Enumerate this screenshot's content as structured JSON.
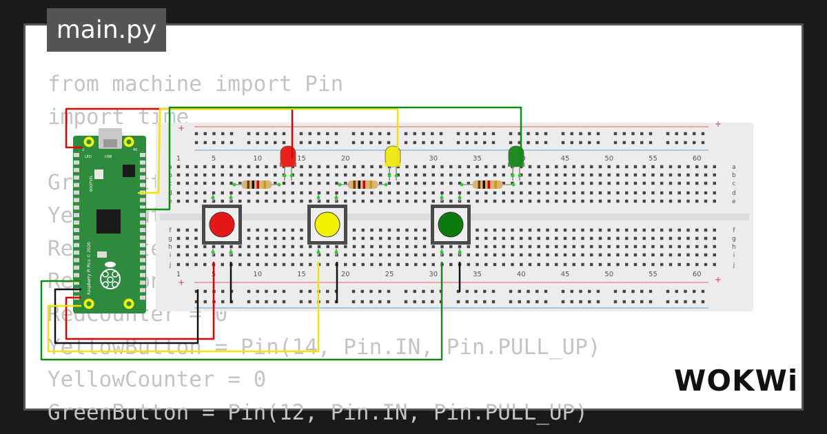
{
  "tab": {
    "filename": "main.py"
  },
  "code_lines": [
    "from machine import Pin",
    "import time",
    "",
    "GreenButton = Pin(12, Pin.IN, Pin.PULL_UP)",
    "YellowButton = Pin(14, Pin.IN, Pin.PULL_UP)",
    "RedCounter = 0",
    "RedButton = Pin(13, Pin.IN, Pin.PULL_UP)",
    "RedCounter = 0",
    "YellowButton = Pin(14, Pin.IN, Pin.PULL_UP)",
    "YellowCounter = 0",
    "GreenButton = Pin(12, Pin.IN, Pin.PULL_UP)"
  ],
  "breadboard": {
    "column_labels": [
      "1",
      "5",
      "10",
      "15",
      "20",
      "25",
      "30",
      "35",
      "40",
      "45",
      "50",
      "55",
      "60"
    ],
    "row_labels_top": [
      "a",
      "b",
      "c",
      "d",
      "e"
    ],
    "row_labels_bottom": [
      "f",
      "g",
      "h",
      "i",
      "j"
    ],
    "rail_plus": "+"
  },
  "pico": {
    "label_led": "LED",
    "label_usb": "USB",
    "label_bootsel": "BOOTSEL",
    "board_text": "Raspberry Pi Pico © 2020",
    "pin_marks": [
      "2",
      "39",
      "40"
    ]
  },
  "components": {
    "leds": [
      {
        "color": "red",
        "hex": "#e8221b"
      },
      {
        "color": "yellow",
        "hex": "#f0e81c"
      },
      {
        "color": "green",
        "hex": "#1f8a1f"
      }
    ],
    "buttons": [
      {
        "color": "red",
        "hex": "#e61717"
      },
      {
        "color": "yellow",
        "hex": "#f5f000"
      },
      {
        "color": "green",
        "hex": "#0c7a0c"
      }
    ],
    "resistor_count": 3
  },
  "colors": {
    "wire_red": "#e00000",
    "wire_yellow": "#f3e400",
    "wire_green": "#138a13",
    "wire_black": "#111111",
    "pico_green": "#2e8b3e"
  },
  "brand": {
    "logo": "WOKWi"
  }
}
